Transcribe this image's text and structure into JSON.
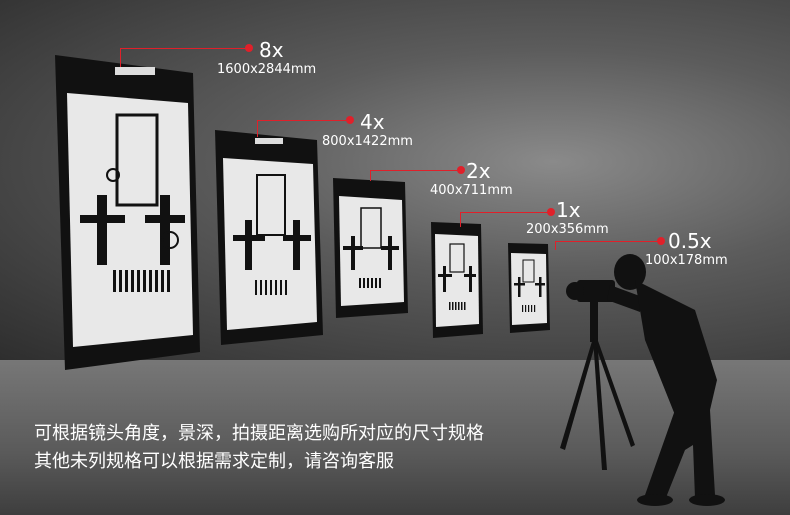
{
  "labels": [
    {
      "mag": "8x",
      "size": "1600x2844mm"
    },
    {
      "mag": "4x",
      "size": "800x1422mm"
    },
    {
      "mag": "2x",
      "size": "400x711mm"
    },
    {
      "mag": "1x",
      "size": "200x356mm"
    },
    {
      "mag": "0.5x",
      "size": "100x178mm"
    }
  ],
  "caption": {
    "line1": "可根据镜头角度，景深，拍摄距离选购所对应的尺寸规格",
    "line2": "其他未列规格可以根据需求定制，请咨询客服"
  },
  "colors": {
    "accent": "#e0202a",
    "text": "#ffffff"
  }
}
